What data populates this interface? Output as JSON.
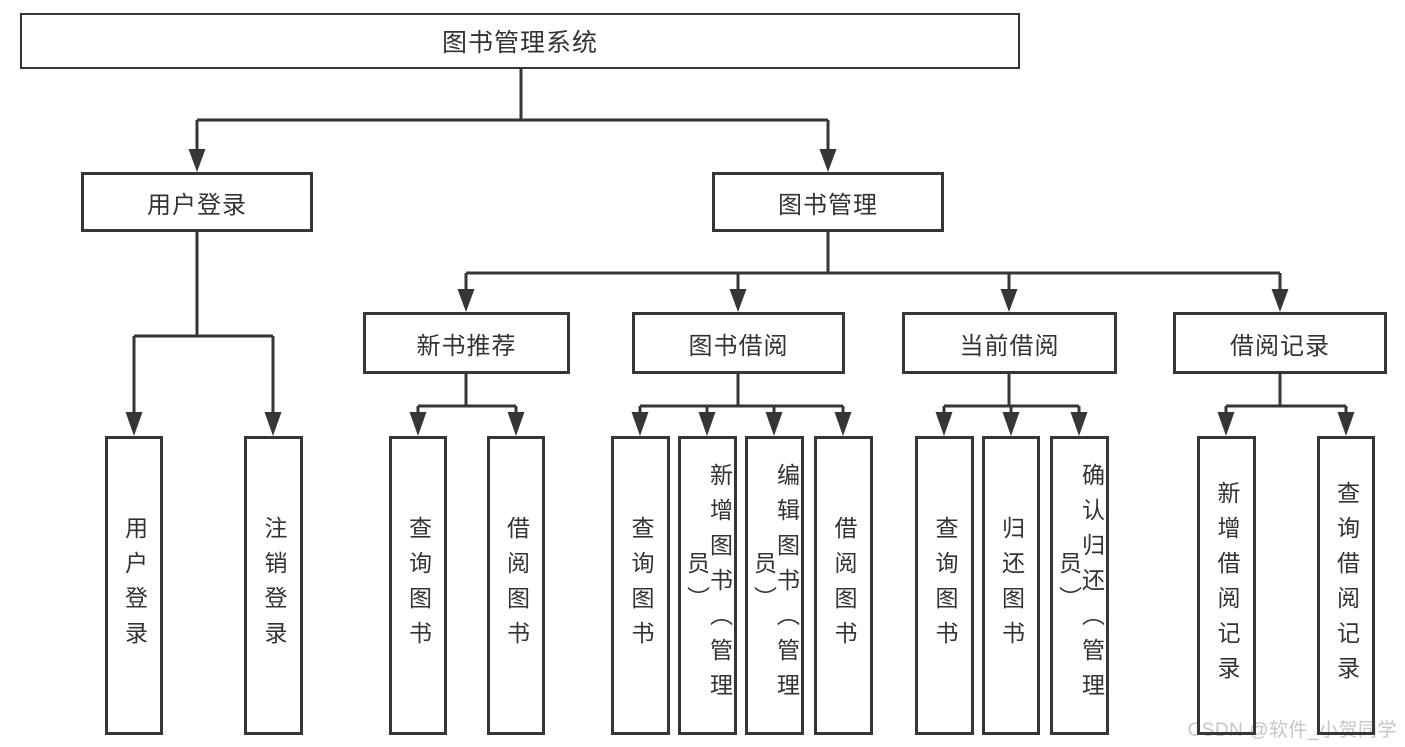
{
  "tree": {
    "label": "图书管理系统",
    "children": [
      {
        "label": "用户登录",
        "children": [
          {
            "label": "用户登录"
          },
          {
            "label": "注销登录"
          }
        ]
      },
      {
        "label": "图书管理",
        "children": [
          {
            "label": "新书推荐",
            "children": [
              {
                "label": "查询图书"
              },
              {
                "label": "借阅图书"
              }
            ]
          },
          {
            "label": "图书借阅",
            "children": [
              {
                "label": "查询图书"
              },
              {
                "label": "新增图书（管理员）"
              },
              {
                "label": "编辑图书（管理员）"
              },
              {
                "label": "借阅图书"
              }
            ]
          },
          {
            "label": "当前借阅",
            "children": [
              {
                "label": "查询图书"
              },
              {
                "label": "归还图书"
              },
              {
                "label": "确认归还（管理员）"
              }
            ]
          },
          {
            "label": "借阅记录",
            "children": [
              {
                "label": "新增借阅记录"
              },
              {
                "label": "查询借阅记录"
              }
            ]
          }
        ]
      }
    ]
  },
  "watermark": {
    "text": "CSDN @软件_小贺同学",
    "color": "#c6c6c6"
  },
  "style": {
    "line_color": "#363636",
    "box_background": "#ffffff",
    "text_color": "#333333"
  }
}
